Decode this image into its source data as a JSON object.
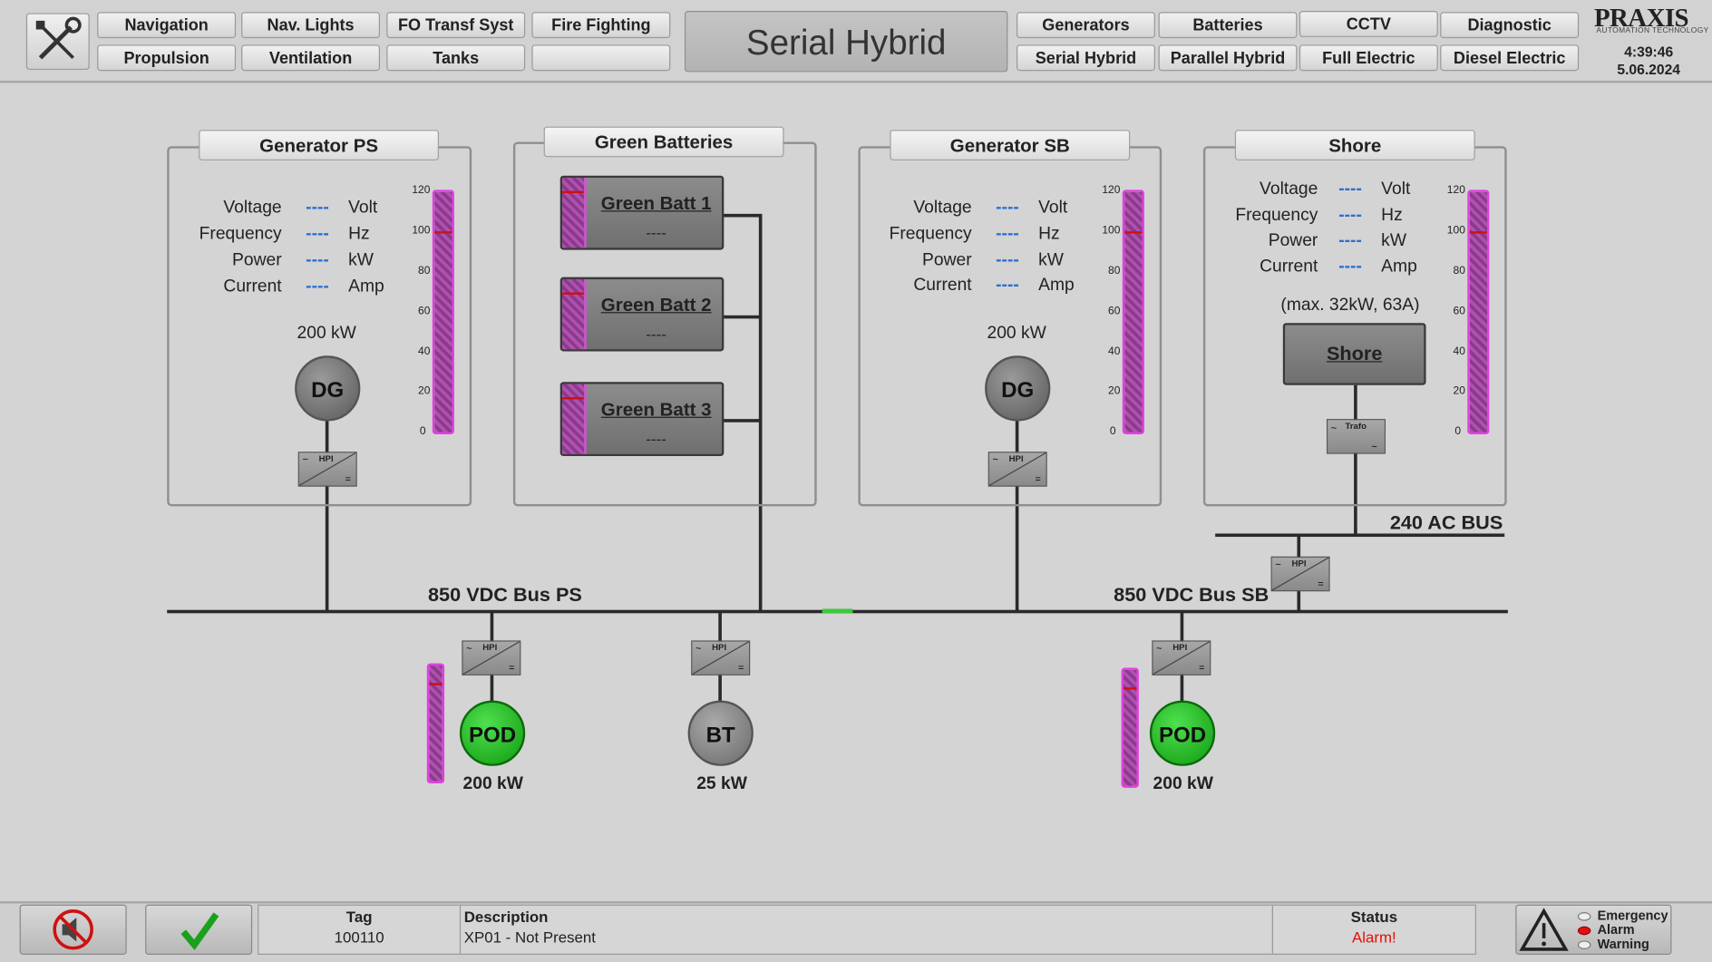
{
  "nav": {
    "row1_left": [
      "Navigation",
      "Nav. Lights",
      "FO Transf Syst",
      "Fire Fighting"
    ],
    "row2_left": [
      "Propulsion",
      "Ventilation",
      "Tanks",
      ""
    ],
    "row1_right": [
      "Generators",
      "Batteries",
      "CCTV",
      "Diagnostic"
    ],
    "row2_right": [
      "Serial Hybrid",
      "Parallel Hybrid",
      "Full Electric",
      "Diesel Electric"
    ]
  },
  "page_title": "Serial Hybrid",
  "brand": {
    "name": "PRAXIS",
    "tagline": "AUTOMATION TECHNOLOGY"
  },
  "clock": {
    "time": "4:39:46",
    "date": "5.06.2024"
  },
  "meter_labels": {
    "voltage": "Voltage",
    "frequency": "Frequency",
    "power": "Power",
    "current": "Current"
  },
  "units": {
    "volt": "Volt",
    "hz": "Hz",
    "kw": "kW",
    "amp": "Amp"
  },
  "placeholder": "----",
  "scale_ticks": [
    "120",
    "100",
    "80",
    "60",
    "40",
    "20",
    "0"
  ],
  "generator_ps": {
    "title": "Generator PS",
    "rating": "200 kW",
    "symbol": "DG",
    "converter": "HPI"
  },
  "green_batteries": {
    "title": "Green Batteries",
    "items": [
      {
        "name": "Green Batt 1",
        "value": "----"
      },
      {
        "name": "Green Batt 2",
        "value": "----"
      },
      {
        "name": "Green Batt 3",
        "value": "----"
      }
    ]
  },
  "generator_sb": {
    "title": "Generator SB",
    "rating": "200 kW",
    "symbol": "DG",
    "converter": "HPI"
  },
  "shore": {
    "title": "Shore",
    "limit": "(max. 32kW,  63A)",
    "box_label": "Shore",
    "transformer": "Trafo"
  },
  "buses": {
    "ac": "240 AC BUS",
    "dc_ps": "850 VDC Bus PS",
    "dc_sb": "850 VDC Bus SB"
  },
  "consumers": {
    "pod_ps": {
      "symbol": "POD",
      "rating": "200 kW"
    },
    "bt": {
      "symbol": "BT",
      "rating": "25 kW"
    },
    "pod_sb": {
      "symbol": "POD",
      "rating": "200 kW"
    }
  },
  "alarm": {
    "tag_header": "Tag",
    "tag": "100110",
    "description_header": "Description",
    "description": "XP01 - Not Present",
    "status_header": "Status",
    "status": "Alarm!"
  },
  "alarm_legend": {
    "emergency": "Emergency",
    "alarm": "Alarm",
    "warning": "Warning"
  },
  "colors": {
    "bus": "#2a2a2a",
    "pod_running": "#17b317",
    "alarm_red": "#e01010",
    "meter_bar": "#b050b0",
    "value_blue": "#2a6fd0"
  }
}
